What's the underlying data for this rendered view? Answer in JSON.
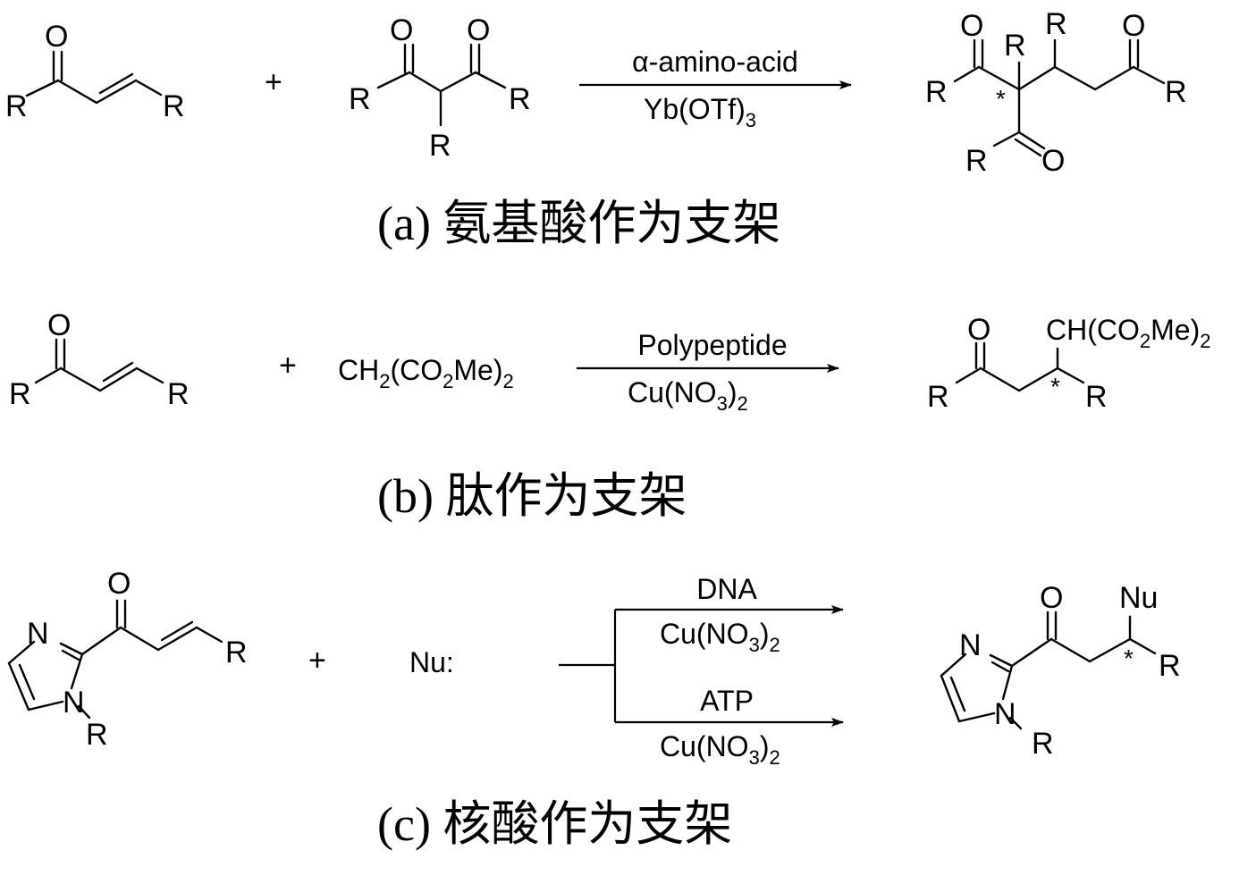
{
  "atoms": {
    "O": "O",
    "R": "R",
    "N": "N",
    "Nu": "Nu",
    "star": "*"
  },
  "plus": "+",
  "scheme_a": {
    "reagent_top": "α-amino-acid",
    "reagent_bottom_main": "Yb(OTf)",
    "reagent_bottom_sub": "3",
    "caption": "(a) 氨基酸作为支架"
  },
  "scheme_b": {
    "nucleophile": {
      "p1": "CH",
      "s1": "2",
      "p2": "(CO",
      "s2": "2",
      "p3": "Me)",
      "s3": "2"
    },
    "reagent_top": "Polypeptide",
    "reagent_bottom": {
      "p1": "Cu(NO",
      "s1": "3",
      "p2": ")",
      "s2": "2"
    },
    "product_substituent": {
      "p1": "CH(CO",
      "s1": "2",
      "p2": "Me)",
      "s2": "2"
    },
    "caption": "(b) 肽作为支架"
  },
  "scheme_c": {
    "nucleophile": "Nu:",
    "branch_top": {
      "reagent_top": "DNA",
      "reagent_bottom": {
        "p1": "Cu(NO",
        "s1": "3",
        "p2": ")",
        "s2": "2"
      }
    },
    "branch_bottom": {
      "reagent_top": "ATP",
      "reagent_bottom": {
        "p1": "Cu(NO",
        "s1": "3",
        "p2": ")",
        "s2": "2"
      }
    },
    "caption": "(c) 核酸作为支架"
  }
}
